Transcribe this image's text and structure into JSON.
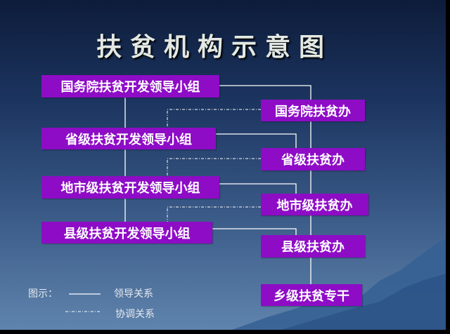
{
  "title": "扶贫机构示意图",
  "left_nodes": [
    {
      "label": "国务院扶贫开发领导小组"
    },
    {
      "label": "省级扶贫开发领导小组"
    },
    {
      "label": "地市级扶贫开发领导小组"
    },
    {
      "label": "县级扶贫开发领导小组"
    }
  ],
  "right_nodes": [
    {
      "label": "国务院扶贫办"
    },
    {
      "label": "省级扶贫办"
    },
    {
      "label": "地市级扶贫办"
    },
    {
      "label": "县级扶贫办"
    },
    {
      "label": "乡级扶贫专干"
    }
  ],
  "legend": {
    "prefix": "图示：",
    "solid_label": "领导关系",
    "dashed_label": "协调关系"
  },
  "colors": {
    "node_fill": "#8e0cc6",
    "line": "#ffffff"
  }
}
